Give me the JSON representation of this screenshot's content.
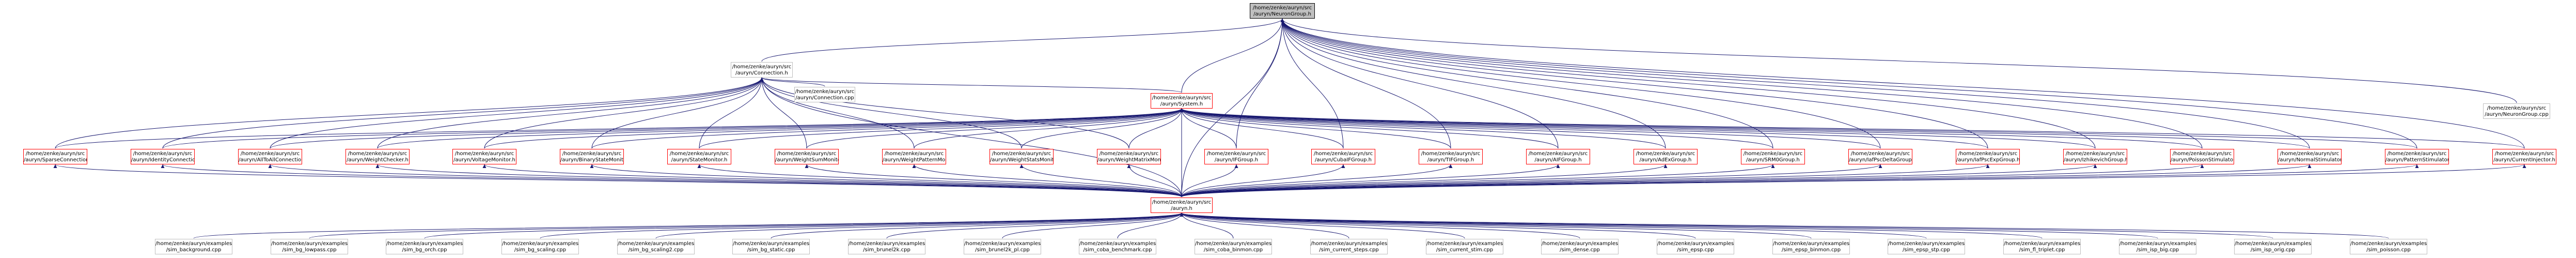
{
  "nodes": [
    {
      "id": "neurongroup_h",
      "l1": "/home/zenke/auryn/src",
      "l2": "/auryn/NeuronGroup.h",
      "kind": "root"
    },
    {
      "id": "connection_h",
      "l1": "/home/zenke/auryn/src",
      "l2": "/auryn/Connection.h",
      "kind": "gray"
    },
    {
      "id": "connection_cpp",
      "l1": "/home/zenke/auryn/src",
      "l2": "/auryn/Connection.cpp",
      "kind": "gray"
    },
    {
      "id": "system_h",
      "l1": "/home/zenke/auryn/src",
      "l2": "/auryn/System.h",
      "kind": "red"
    },
    {
      "id": "neurongroup_cpp",
      "l1": "/home/zenke/auryn/src",
      "l2": "/auryn/NeuronGroup.cpp",
      "kind": "gray"
    },
    {
      "id": "sparse",
      "l1": "/home/zenke/auryn/src",
      "l2": "/auryn/SparseConnection.h",
      "kind": "red"
    },
    {
      "id": "identity",
      "l1": "/home/zenke/auryn/src",
      "l2": "/auryn/IdentityConnection.h",
      "kind": "red"
    },
    {
      "id": "alltoall",
      "l1": "/home/zenke/auryn/src",
      "l2": "/auryn/AllToAllConnection.h",
      "kind": "red"
    },
    {
      "id": "weightchecker",
      "l1": "/home/zenke/auryn/src",
      "l2": "/auryn/WeightChecker.h",
      "kind": "red"
    },
    {
      "id": "voltagemonitor",
      "l1": "/home/zenke/auryn/src",
      "l2": "/auryn/VoltageMonitor.h",
      "kind": "red"
    },
    {
      "id": "binarystate",
      "l1": "/home/zenke/auryn/src",
      "l2": "/auryn/BinaryStateMonitor.h",
      "kind": "red"
    },
    {
      "id": "statemonitor",
      "l1": "/home/zenke/auryn/src",
      "l2": "/auryn/StateMonitor.h",
      "kind": "red"
    },
    {
      "id": "weightsum",
      "l1": "/home/zenke/auryn/src",
      "l2": "/auryn/WeightSumMonitor.h",
      "kind": "red"
    },
    {
      "id": "weightpattern",
      "l1": "/home/zenke/auryn/src",
      "l2": "/auryn/WeightPatternMonitor.h",
      "kind": "red"
    },
    {
      "id": "weightstats",
      "l1": "/home/zenke/auryn/src",
      "l2": "/auryn/WeightStatsMonitor.h",
      "kind": "red"
    },
    {
      "id": "weightmatrix",
      "l1": "/home/zenke/auryn/src",
      "l2": "/auryn/WeightMatrixMonitor.h",
      "kind": "red"
    },
    {
      "id": "ifgroup",
      "l1": "/home/zenke/auryn/src",
      "l2": "/auryn/IFGroup.h",
      "kind": "red"
    },
    {
      "id": "cubaif",
      "l1": "/home/zenke/auryn/src",
      "l2": "/auryn/CubaIFGroup.h",
      "kind": "red"
    },
    {
      "id": "tifgroup",
      "l1": "/home/zenke/auryn/src",
      "l2": "/auryn/TIFGroup.h",
      "kind": "red"
    },
    {
      "id": "aifgroup",
      "l1": "/home/zenke/auryn/src",
      "l2": "/auryn/AIFGroup.h",
      "kind": "red"
    },
    {
      "id": "adex",
      "l1": "/home/zenke/auryn/src",
      "l2": "/auryn/AdExGroup.h",
      "kind": "red"
    },
    {
      "id": "srm0",
      "l1": "/home/zenke/auryn/src",
      "l2": "/auryn/SRM0Group.h",
      "kind": "red"
    },
    {
      "id": "iafdelta",
      "l1": "/home/zenke/auryn/src",
      "l2": "/auryn/IafPscDeltaGroup.h",
      "kind": "red"
    },
    {
      "id": "iafexp",
      "l1": "/home/zenke/auryn/src",
      "l2": "/auryn/IafPscExpGroup.h",
      "kind": "red"
    },
    {
      "id": "izhikevich",
      "l1": "/home/zenke/auryn/src",
      "l2": "/auryn/IzhikevichGroup.h",
      "kind": "red"
    },
    {
      "id": "poisson",
      "l1": "/home/zenke/auryn/src",
      "l2": "/auryn/PoissonStimulator.h",
      "kind": "red"
    },
    {
      "id": "normal",
      "l1": "/home/zenke/auryn/src",
      "l2": "/auryn/NormalStimulator.h",
      "kind": "red"
    },
    {
      "id": "patternstim",
      "l1": "/home/zenke/auryn/src",
      "l2": "/auryn/PatternStimulator.h",
      "kind": "red"
    },
    {
      "id": "currentinj",
      "l1": "/home/zenke/auryn/src",
      "l2": "/auryn/CurrentInjector.h",
      "kind": "red"
    },
    {
      "id": "auryn_h",
      "l1": "/home/zenke/auryn/src",
      "l2": "/auryn.h",
      "kind": "red"
    },
    {
      "id": "sim_background",
      "l1": "/home/zenke/auryn/examples",
      "l2": "/sim_background.cpp",
      "kind": "gray"
    },
    {
      "id": "sim_bg_lowpass",
      "l1": "/home/zenke/auryn/examples",
      "l2": "/sim_bg_lowpass.cpp",
      "kind": "gray"
    },
    {
      "id": "sim_bg_orch",
      "l1": "/home/zenke/auryn/examples",
      "l2": "/sim_bg_orch.cpp",
      "kind": "gray"
    },
    {
      "id": "sim_bg_scaling",
      "l1": "/home/zenke/auryn/examples",
      "l2": "/sim_bg_scaling.cpp",
      "kind": "gray"
    },
    {
      "id": "sim_bg_scaling2",
      "l1": "/home/zenke/auryn/examples",
      "l2": "/sim_bg_scaling2.cpp",
      "kind": "gray"
    },
    {
      "id": "sim_bg_static",
      "l1": "/home/zenke/auryn/examples",
      "l2": "/sim_bg_static.cpp",
      "kind": "gray"
    },
    {
      "id": "sim_brunel2k",
      "l1": "/home/zenke/auryn/examples",
      "l2": "/sim_brunel2k.cpp",
      "kind": "gray"
    },
    {
      "id": "sim_brunel2k_pl",
      "l1": "/home/zenke/auryn/examples",
      "l2": "/sim_brunel2k_pl.cpp",
      "kind": "gray"
    },
    {
      "id": "sim_coba_benchmark",
      "l1": "/home/zenke/auryn/examples",
      "l2": "/sim_coba_benchmark.cpp",
      "kind": "gray"
    },
    {
      "id": "sim_coba_binmon",
      "l1": "/home/zenke/auryn/examples",
      "l2": "/sim_coba_binmon.cpp",
      "kind": "gray"
    },
    {
      "id": "sim_current_steps",
      "l1": "/home/zenke/auryn/examples",
      "l2": "/sim_current_steps.cpp",
      "kind": "gray"
    },
    {
      "id": "sim_current_stim",
      "l1": "/home/zenke/auryn/examples",
      "l2": "/sim_current_stim.cpp",
      "kind": "gray"
    },
    {
      "id": "sim_dense",
      "l1": "/home/zenke/auryn/examples",
      "l2": "/sim_dense.cpp",
      "kind": "gray"
    },
    {
      "id": "sim_epsp",
      "l1": "/home/zenke/auryn/examples",
      "l2": "/sim_epsp.cpp",
      "kind": "gray"
    },
    {
      "id": "sim_epsp_binmon",
      "l1": "/home/zenke/auryn/examples",
      "l2": "/sim_epsp_binmon.cpp",
      "kind": "gray"
    },
    {
      "id": "sim_epsp_stp",
      "l1": "/home/zenke/auryn/examples",
      "l2": "/sim_epsp_stp.cpp",
      "kind": "gray"
    },
    {
      "id": "sim_fl_triplet",
      "l1": "/home/zenke/auryn/examples",
      "l2": "/sim_fl_triplet.cpp",
      "kind": "gray"
    },
    {
      "id": "sim_isp_big",
      "l1": "/home/zenke/auryn/examples",
      "l2": "/sim_isp_big.cpp",
      "kind": "gray"
    },
    {
      "id": "sim_isp_orig",
      "l1": "/home/zenke/auryn/examples",
      "l2": "/sim_isp_orig.cpp",
      "kind": "gray"
    },
    {
      "id": "sim_poisson",
      "l1": "/home/zenke/auryn/examples",
      "l2": "/sim_poisson.cpp",
      "kind": "gray"
    }
  ],
  "edges": [
    [
      "neurongroup_h",
      "connection_h"
    ],
    [
      "neurongroup_h",
      "system_h"
    ],
    [
      "neurongroup_h",
      "neurongroup_cpp"
    ],
    [
      "neurongroup_h",
      "ifgroup"
    ],
    [
      "neurongroup_h",
      "cubaif"
    ],
    [
      "neurongroup_h",
      "tifgroup"
    ],
    [
      "neurongroup_h",
      "aifgroup"
    ],
    [
      "neurongroup_h",
      "adex"
    ],
    [
      "neurongroup_h",
      "srm0"
    ],
    [
      "neurongroup_h",
      "iafdelta"
    ],
    [
      "neurongroup_h",
      "iafexp"
    ],
    [
      "neurongroup_h",
      "izhikevich"
    ],
    [
      "neurongroup_h",
      "poisson"
    ],
    [
      "neurongroup_h",
      "normal"
    ],
    [
      "neurongroup_h",
      "patternstim"
    ],
    [
      "neurongroup_h",
      "currentinj"
    ],
    [
      "neurongroup_h",
      "auryn_h"
    ],
    [
      "connection_h",
      "connection_cpp"
    ],
    [
      "connection_h",
      "system_h"
    ],
    [
      "connection_h",
      "sparse"
    ],
    [
      "connection_h",
      "identity"
    ],
    [
      "connection_h",
      "alltoall"
    ],
    [
      "connection_h",
      "weightchecker"
    ],
    [
      "connection_h",
      "voltagemonitor"
    ],
    [
      "connection_h",
      "binarystate"
    ],
    [
      "connection_h",
      "statemonitor"
    ],
    [
      "connection_h",
      "weightsum"
    ],
    [
      "connection_h",
      "weightpattern"
    ],
    [
      "connection_h",
      "weightstats"
    ],
    [
      "connection_h",
      "weightmatrix"
    ],
    [
      "connection_h",
      "auryn_h"
    ],
    [
      "system_h",
      "sparse"
    ],
    [
      "system_h",
      "identity"
    ],
    [
      "system_h",
      "alltoall"
    ],
    [
      "system_h",
      "weightchecker"
    ],
    [
      "system_h",
      "voltagemonitor"
    ],
    [
      "system_h",
      "binarystate"
    ],
    [
      "system_h",
      "statemonitor"
    ],
    [
      "system_h",
      "weightsum"
    ],
    [
      "system_h",
      "weightpattern"
    ],
    [
      "system_h",
      "weightstats"
    ],
    [
      "system_h",
      "weightmatrix"
    ],
    [
      "system_h",
      "ifgroup"
    ],
    [
      "system_h",
      "cubaif"
    ],
    [
      "system_h",
      "tifgroup"
    ],
    [
      "system_h",
      "aifgroup"
    ],
    [
      "system_h",
      "adex"
    ],
    [
      "system_h",
      "srm0"
    ],
    [
      "system_h",
      "iafdelta"
    ],
    [
      "system_h",
      "iafexp"
    ],
    [
      "system_h",
      "izhikevich"
    ],
    [
      "system_h",
      "poisson"
    ],
    [
      "system_h",
      "normal"
    ],
    [
      "system_h",
      "patternstim"
    ],
    [
      "system_h",
      "currentinj"
    ],
    [
      "system_h",
      "auryn_h"
    ],
    [
      "sparse",
      "auryn_h"
    ],
    [
      "identity",
      "auryn_h"
    ],
    [
      "alltoall",
      "auryn_h"
    ],
    [
      "weightchecker",
      "auryn_h"
    ],
    [
      "voltagemonitor",
      "auryn_h"
    ],
    [
      "binarystate",
      "auryn_h"
    ],
    [
      "statemonitor",
      "auryn_h"
    ],
    [
      "weightsum",
      "auryn_h"
    ],
    [
      "weightpattern",
      "auryn_h"
    ],
    [
      "weightstats",
      "auryn_h"
    ],
    [
      "weightmatrix",
      "auryn_h"
    ],
    [
      "ifgroup",
      "auryn_h"
    ],
    [
      "cubaif",
      "auryn_h"
    ],
    [
      "tifgroup",
      "auryn_h"
    ],
    [
      "aifgroup",
      "auryn_h"
    ],
    [
      "adex",
      "auryn_h"
    ],
    [
      "srm0",
      "auryn_h"
    ],
    [
      "iafdelta",
      "auryn_h"
    ],
    [
      "iafexp",
      "auryn_h"
    ],
    [
      "izhikevich",
      "auryn_h"
    ],
    [
      "poisson",
      "auryn_h"
    ],
    [
      "normal",
      "auryn_h"
    ],
    [
      "patternstim",
      "auryn_h"
    ],
    [
      "currentinj",
      "auryn_h"
    ],
    [
      "auryn_h",
      "sim_background"
    ],
    [
      "auryn_h",
      "sim_bg_lowpass"
    ],
    [
      "auryn_h",
      "sim_bg_orch"
    ],
    [
      "auryn_h",
      "sim_bg_scaling"
    ],
    [
      "auryn_h",
      "sim_bg_scaling2"
    ],
    [
      "auryn_h",
      "sim_bg_static"
    ],
    [
      "auryn_h",
      "sim_brunel2k"
    ],
    [
      "auryn_h",
      "sim_brunel2k_pl"
    ],
    [
      "auryn_h",
      "sim_coba_benchmark"
    ],
    [
      "auryn_h",
      "sim_coba_binmon"
    ],
    [
      "auryn_h",
      "sim_current_steps"
    ],
    [
      "auryn_h",
      "sim_current_stim"
    ],
    [
      "auryn_h",
      "sim_dense"
    ],
    [
      "auryn_h",
      "sim_epsp"
    ],
    [
      "auryn_h",
      "sim_epsp_binmon"
    ],
    [
      "auryn_h",
      "sim_epsp_stp"
    ],
    [
      "auryn_h",
      "sim_fl_triplet"
    ],
    [
      "auryn_h",
      "sim_isp_big"
    ],
    [
      "auryn_h",
      "sim_isp_orig"
    ],
    [
      "auryn_h",
      "sim_poisson"
    ]
  ],
  "colors": {
    "edge": "#191970",
    "red_border": "#ff0000",
    "gray_border": "#bfbfbf",
    "root_fill": "#bfbfbf",
    "root_border": "#000000"
  }
}
